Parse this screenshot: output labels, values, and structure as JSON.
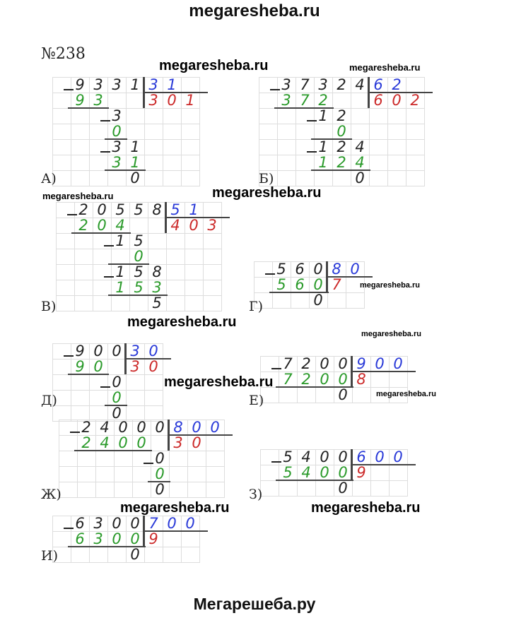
{
  "header": "megaresheba.ru",
  "footer": "Мегарешеба.ру",
  "task_number": "№238",
  "colors": {
    "black": "#222222",
    "green": "#2a9a2a",
    "red": "#cc2a2a",
    "blue": "#2a3ad8"
  },
  "watermarks": [
    "megaresheba.ru",
    "megaresheba.ru",
    "megaresheba.ru",
    "megaresheba.ru",
    "megaresheba.ru",
    "megaresheba.ru",
    "megaresheba.ru",
    "megaresheba.ru",
    "megaresheba.ru",
    "megaresheba.ru",
    "megaresheba.ru"
  ],
  "problems": [
    {
      "label": "А)",
      "divisor": "31",
      "quotient": "301",
      "rows": [
        {
          "text": "9331",
          "color": "black",
          "minus": true
        },
        {
          "text": "93",
          "color": "green"
        },
        {
          "text": "3",
          "color": "black",
          "minus": true
        },
        {
          "text": "0",
          "color": "green"
        },
        {
          "text": "31",
          "color": "black",
          "minus": true
        },
        {
          "text": "31",
          "color": "green"
        },
        {
          "text": "0",
          "color": "black"
        }
      ]
    },
    {
      "label": "Б)",
      "divisor": "62",
      "quotient": "602",
      "rows": [
        {
          "text": "37324",
          "color": "black",
          "minus": true
        },
        {
          "text": "372",
          "color": "green"
        },
        {
          "text": "12",
          "color": "black",
          "minus": true
        },
        {
          "text": "0",
          "color": "green"
        },
        {
          "text": "124",
          "color": "black",
          "minus": true
        },
        {
          "text": "124",
          "color": "green"
        },
        {
          "text": "0",
          "color": "black"
        }
      ]
    },
    {
      "label": "В)",
      "divisor": "51",
      "quotient": "403",
      "rows": [
        {
          "text": "20558",
          "color": "black",
          "minus": true
        },
        {
          "text": "204",
          "color": "green"
        },
        {
          "text": "15",
          "color": "black",
          "minus": true
        },
        {
          "text": "0",
          "color": "green"
        },
        {
          "text": "158",
          "color": "black",
          "minus": true
        },
        {
          "text": "153",
          "color": "green"
        },
        {
          "text": "5",
          "color": "black"
        }
      ]
    },
    {
      "label": "Г)",
      "divisor": "80",
      "quotient": "7",
      "rows": [
        {
          "text": "560",
          "color": "black",
          "minus": true
        },
        {
          "text": "560",
          "color": "green"
        },
        {
          "text": "0",
          "color": "black"
        }
      ]
    },
    {
      "label": "Д)",
      "divisor": "30",
      "quotient": "30",
      "rows": [
        {
          "text": "900",
          "color": "black",
          "minus": true
        },
        {
          "text": "90",
          "color": "green"
        },
        {
          "text": "0",
          "color": "black",
          "minus": true
        },
        {
          "text": "0",
          "color": "green"
        },
        {
          "text": "0",
          "color": "black"
        }
      ]
    },
    {
      "label": "Е)",
      "divisor": "900",
      "quotient": "8",
      "rows": [
        {
          "text": "7200",
          "color": "black",
          "minus": true
        },
        {
          "text": "7200",
          "color": "green"
        },
        {
          "text": "0",
          "color": "black"
        }
      ]
    },
    {
      "label": "Ж)",
      "divisor": "800",
      "quotient": "30",
      "rows": [
        {
          "text": "24000",
          "color": "black",
          "minus": true
        },
        {
          "text": "2400",
          "color": "green"
        },
        {
          "text": "0",
          "color": "black",
          "minus": true
        },
        {
          "text": "0",
          "color": "green"
        },
        {
          "text": "0",
          "color": "black"
        }
      ]
    },
    {
      "label": "З)",
      "divisor": "600",
      "quotient": "9",
      "rows": [
        {
          "text": "5400",
          "color": "black",
          "minus": true
        },
        {
          "text": "5400",
          "color": "green"
        },
        {
          "text": "0",
          "color": "black"
        }
      ]
    },
    {
      "label": "И)",
      "divisor": "700",
      "quotient": "9",
      "rows": [
        {
          "text": "6300",
          "color": "black",
          "minus": true
        },
        {
          "text": "6300",
          "color": "green"
        },
        {
          "text": "0",
          "color": "black"
        }
      ]
    }
  ]
}
